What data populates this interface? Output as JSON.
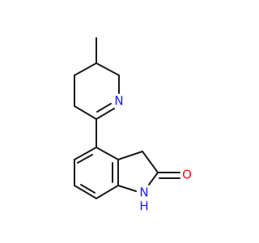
{
  "molecule": {
    "atoms": {
      "ring_nitrogen": {
        "label": "N",
        "color": "#1a1aff"
      },
      "carbonyl_oxygen": {
        "label": "O",
        "color": "#ff0d0d"
      },
      "amide_nitrogen": {
        "label": "N",
        "color": "#1a1aff"
      },
      "amide_hydrogen": {
        "label": "H",
        "color": "#1a1aff"
      }
    },
    "bond_color": "#1a1a1a"
  }
}
